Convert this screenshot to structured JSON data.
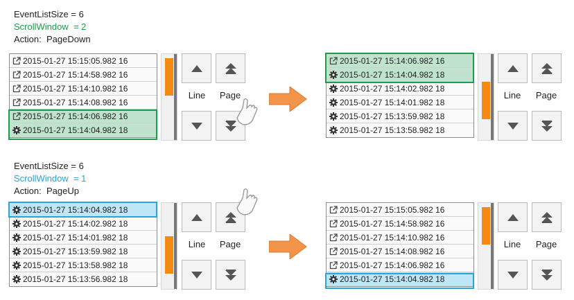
{
  "colors": {
    "green": "#1e9a4a",
    "blue": "#2aa3d8",
    "orange": "#f58a12"
  },
  "top": {
    "event_list_size": "EventListSize = 6",
    "scroll_window": "ScrollWindow  = 2",
    "action": "Action:  PageDown",
    "before": {
      "rows": [
        {
          "text": "2015-01-27 15:15:05.982 16",
          "icon": "external-link-icon"
        },
        {
          "text": "2015-01-27 15:14:58.982 16",
          "icon": "external-link-icon"
        },
        {
          "text": "2015-01-27 15:14:10.982 16",
          "icon": "external-link-icon"
        },
        {
          "text": "2015-01-27 15:14:08.982 16",
          "icon": "external-link-icon"
        },
        {
          "text": "2015-01-27 15:14:06.982 16",
          "icon": "external-link-icon"
        },
        {
          "text": "2015-01-27 15:14:04.982 18",
          "icon": "gear-icon"
        }
      ]
    },
    "after": {
      "rows": [
        {
          "text": "2015-01-27 15:14:06.982 16",
          "icon": "external-link-icon"
        },
        {
          "text": "2015-01-27 15:14:04.982 18",
          "icon": "gear-icon"
        },
        {
          "text": "2015-01-27 15:14:02.982 18",
          "icon": "gear-icon"
        },
        {
          "text": "2015-01-27 15:14:01.982 18",
          "icon": "gear-icon"
        },
        {
          "text": "2015-01-27 15:13:59.982 18",
          "icon": "gear-icon"
        },
        {
          "text": "2015-01-27 15:13:58.982 18",
          "icon": "gear-icon"
        }
      ]
    }
  },
  "bottom": {
    "event_list_size": "EventListSize = 6",
    "scroll_window": "ScrollWindow  = 1",
    "action": "Action:  PageUp",
    "before": {
      "rows": [
        {
          "text": "2015-01-27 15:14:04.982 18",
          "icon": "gear-icon"
        },
        {
          "text": "2015-01-27 15:14:02.982 18",
          "icon": "gear-icon"
        },
        {
          "text": "2015-01-27 15:14:01.982 18",
          "icon": "gear-icon"
        },
        {
          "text": "2015-01-27 15:13:59.982 18",
          "icon": "gear-icon"
        },
        {
          "text": "2015-01-27 15:13:58.982 18",
          "icon": "gear-icon"
        },
        {
          "text": "2015-01-27 15:13:56.982 18",
          "icon": "gear-icon"
        }
      ]
    },
    "after": {
      "rows": [
        {
          "text": "2015-01-27 15:15:05.982 16",
          "icon": "external-link-icon"
        },
        {
          "text": "2015-01-27 15:14:58.982 16",
          "icon": "external-link-icon"
        },
        {
          "text": "2015-01-27 15:14:10.982 16",
          "icon": "external-link-icon"
        },
        {
          "text": "2015-01-27 15:14:08.982 16",
          "icon": "external-link-icon"
        },
        {
          "text": "2015-01-27 15:14:06.982 16",
          "icon": "external-link-icon"
        },
        {
          "text": "2015-01-27 15:14:04.982 18",
          "icon": "gear-icon"
        }
      ]
    }
  },
  "controls": {
    "line_label": "Line",
    "page_label": "Page"
  }
}
